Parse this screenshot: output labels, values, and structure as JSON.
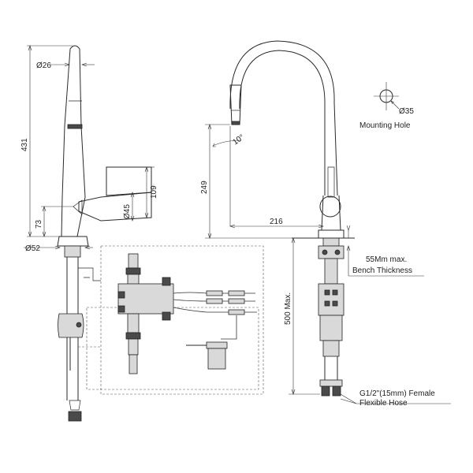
{
  "dimensions": {
    "side_spout_diameter": "Ø26",
    "side_height": "431",
    "side_handle_height": "109",
    "side_handle_diameter": "Ø45",
    "side_base_height": "73",
    "side_base_diameter": "Ø52",
    "front_spout_height": "249",
    "front_angle": "10°",
    "front_reach": "216",
    "front_under_length": "500 Max.",
    "hole_diameter": "Ø35"
  },
  "labels": {
    "mounting_hole": "Mounting Hole",
    "bench_line1": "55Mm max.",
    "bench_line2": "Bench Thickness",
    "hose_line1": "G1/2\"(15mm) Female",
    "hose_line2": "Flexible Hose"
  }
}
